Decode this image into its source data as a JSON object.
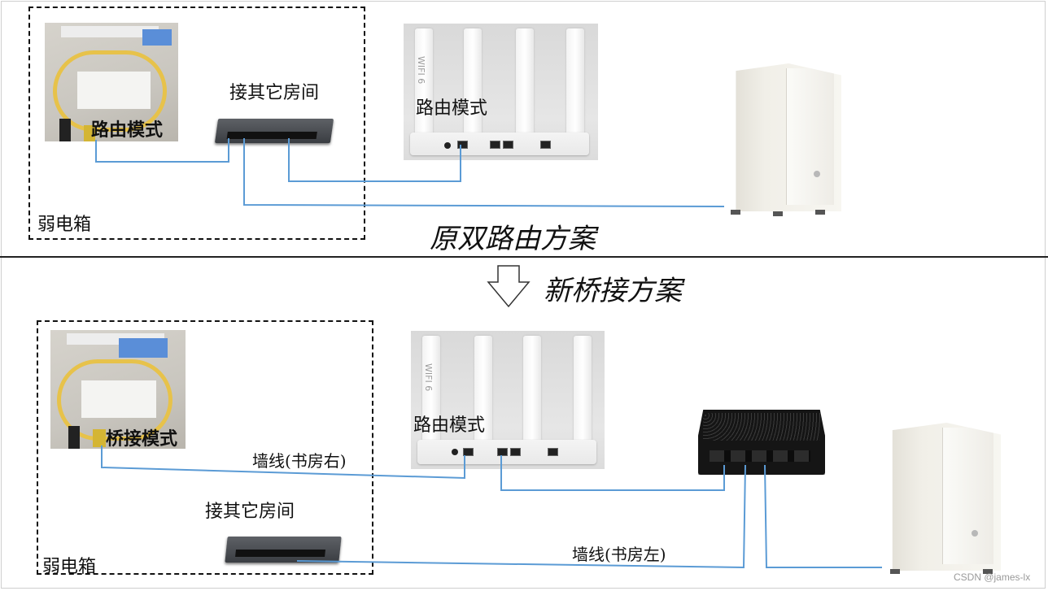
{
  "top": {
    "box_label": "弱电箱",
    "modem_label": "路由模式",
    "switch_label": "接其它房间",
    "router_label": "路由模式",
    "title": "原双路由方案"
  },
  "transition": {
    "title": "新桥接方案"
  },
  "bottom": {
    "box_label": "弱电箱",
    "modem_label": "桥接模式",
    "switch_label": "接其它房间",
    "router_label": "路由模式",
    "wire_right_label": "墙线(书房右)",
    "wire_left_label": "墙线(书房左)"
  },
  "router_brand": "WIFI 6",
  "watermark": "CSDN @james-lx",
  "colors": {
    "wire": "#5b9bd5",
    "dash": "#111111"
  },
  "icons": [
    "down-arrow-icon"
  ]
}
